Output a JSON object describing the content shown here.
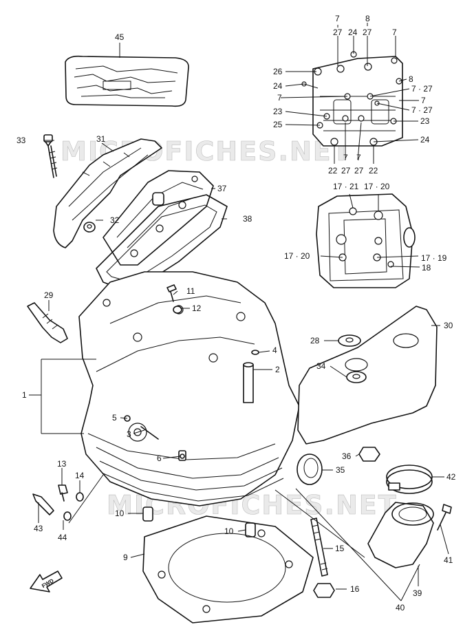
{
  "watermark": "MICROFICHES.NET",
  "fwd_label": "FWD",
  "callouts": [
    {
      "id": "c45",
      "text": "45"
    },
    {
      "id": "c7a",
      "text": "7"
    },
    {
      "id": "c27a",
      "text": "27"
    },
    {
      "id": "c8a",
      "text": "8"
    },
    {
      "id": "c24a",
      "text": "24"
    },
    {
      "id": "c27b",
      "text": "27"
    },
    {
      "id": "c7b",
      "text": "7"
    },
    {
      "id": "c26",
      "text": "26"
    },
    {
      "id": "c8b",
      "text": "8"
    },
    {
      "id": "c24b",
      "text": "24"
    },
    {
      "id": "c7_27a",
      "text": "7 · 27"
    },
    {
      "id": "c7c",
      "text": "7"
    },
    {
      "id": "c7d",
      "text": "7"
    },
    {
      "id": "c7_27b",
      "text": "7 · 27"
    },
    {
      "id": "c23a",
      "text": "23"
    },
    {
      "id": "c23b",
      "text": "23"
    },
    {
      "id": "c25",
      "text": "25"
    },
    {
      "id": "c24c",
      "text": "24"
    },
    {
      "id": "c22a",
      "text": "22"
    },
    {
      "id": "c27c",
      "text": "27"
    },
    {
      "id": "c27d",
      "text": "27"
    },
    {
      "id": "c22b",
      "text": "22"
    },
    {
      "id": "c7e",
      "text": "7"
    },
    {
      "id": "c7f",
      "text": "7"
    },
    {
      "id": "c33",
      "text": "33"
    },
    {
      "id": "c31",
      "text": "31"
    },
    {
      "id": "c37",
      "text": "37"
    },
    {
      "id": "c17_21",
      "text": "17 · 21"
    },
    {
      "id": "c17_20a",
      "text": "17 · 20"
    },
    {
      "id": "c32",
      "text": "32"
    },
    {
      "id": "c38",
      "text": "38"
    },
    {
      "id": "c17_20b",
      "text": "17 · 20"
    },
    {
      "id": "c17_19",
      "text": "17 · 19"
    },
    {
      "id": "c18",
      "text": "18"
    },
    {
      "id": "c11",
      "text": "11"
    },
    {
      "id": "c29",
      "text": "29"
    },
    {
      "id": "c12",
      "text": "12"
    },
    {
      "id": "c30",
      "text": "30"
    },
    {
      "id": "c28",
      "text": "28"
    },
    {
      "id": "c4",
      "text": "4"
    },
    {
      "id": "c34",
      "text": "34"
    },
    {
      "id": "c2",
      "text": "2"
    },
    {
      "id": "c1",
      "text": "1"
    },
    {
      "id": "c5",
      "text": "5"
    },
    {
      "id": "c3",
      "text": "3"
    },
    {
      "id": "c6",
      "text": "6"
    },
    {
      "id": "c36",
      "text": "36"
    },
    {
      "id": "c35",
      "text": "35"
    },
    {
      "id": "c42",
      "text": "42"
    },
    {
      "id": "c13",
      "text": "13"
    },
    {
      "id": "c14",
      "text": "14"
    },
    {
      "id": "c43",
      "text": "43"
    },
    {
      "id": "c44",
      "text": "44"
    },
    {
      "id": "c10a",
      "text": "10"
    },
    {
      "id": "c10b",
      "text": "10"
    },
    {
      "id": "c15",
      "text": "15"
    },
    {
      "id": "c41",
      "text": "41"
    },
    {
      "id": "c9",
      "text": "9"
    },
    {
      "id": "c16",
      "text": "16"
    },
    {
      "id": "c39",
      "text": "39"
    },
    {
      "id": "c40",
      "text": "40"
    }
  ]
}
